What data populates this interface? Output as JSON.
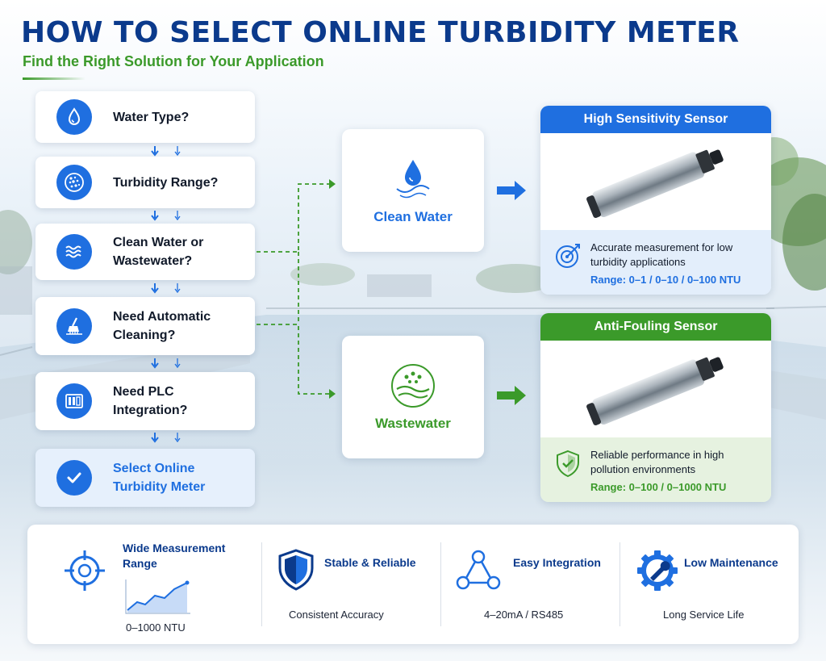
{
  "header": {
    "title": "HOW TO SELECT ONLINE TURBIDITY METER",
    "subtitle": "Find the Right Solution for Your Application"
  },
  "steps": [
    {
      "icon": "water-drop-icon",
      "label_lines": [
        "Water Type?"
      ]
    },
    {
      "icon": "particles-icon",
      "label_lines": [
        "Turbidity Range?"
      ]
    },
    {
      "icon": "waves-icon",
      "label_lines": [
        "Clean Water or",
        "Wastewater?"
      ]
    },
    {
      "icon": "cleaning-brush-icon",
      "label_lines": [
        "Need Automatic",
        "Cleaning?"
      ]
    },
    {
      "icon": "plc-module-icon",
      "label_lines": [
        "Need PLC",
        "Integration?"
      ]
    },
    {
      "icon": "checkmark-icon",
      "label_lines": [
        "Select Online",
        "Turbidity Meter"
      ]
    }
  ],
  "water_types": [
    {
      "label": "Clean Water",
      "icon": "clean-water-drop-icon",
      "color": "#1f6fe0"
    },
    {
      "label": "Wastewater",
      "icon": "wastewater-icon",
      "color": "#3b9a2a"
    }
  ],
  "sensors": [
    {
      "title": "High Sensitivity Sensor",
      "header_color": "#1f6fe0",
      "foot_color": "#e3eefb",
      "icon": "target-icon",
      "description": "Accurate measurement for low turbidity applications",
      "range": "Range: 0–1 / 0–10 / 0–100 NTU",
      "range_color": "#1f6fe0"
    },
    {
      "title": "Anti-Fouling Sensor",
      "header_color": "#3b9a2a",
      "foot_color": "#e6f2e0",
      "icon": "shield-check-icon",
      "description": "Reliable performance in high pollution environments",
      "range": "Range: 0–100 / 0–1000 NTU",
      "range_color": "#3b9a2a"
    }
  ],
  "features": [
    {
      "icon": "crosshair-icon",
      "title_lines": [
        "Wide Measurement",
        "Range"
      ],
      "sub": "0–1000 NTU"
    },
    {
      "icon": "shield-icon",
      "title_lines": [
        "Stable & Reliable"
      ],
      "sub": "Consistent Accuracy"
    },
    {
      "icon": "network-nodes-icon",
      "title_lines": [
        "Easy Integration"
      ],
      "sub": "4–20mA / RS485"
    },
    {
      "icon": "gear-wrench-icon",
      "title_lines": [
        "Low Maintenance"
      ],
      "sub": "Long Service Life"
    }
  ],
  "colors": {
    "title_blue": "#0b3a8c",
    "accent_blue": "#1f6fe0",
    "accent_green": "#3b9a2a"
  }
}
